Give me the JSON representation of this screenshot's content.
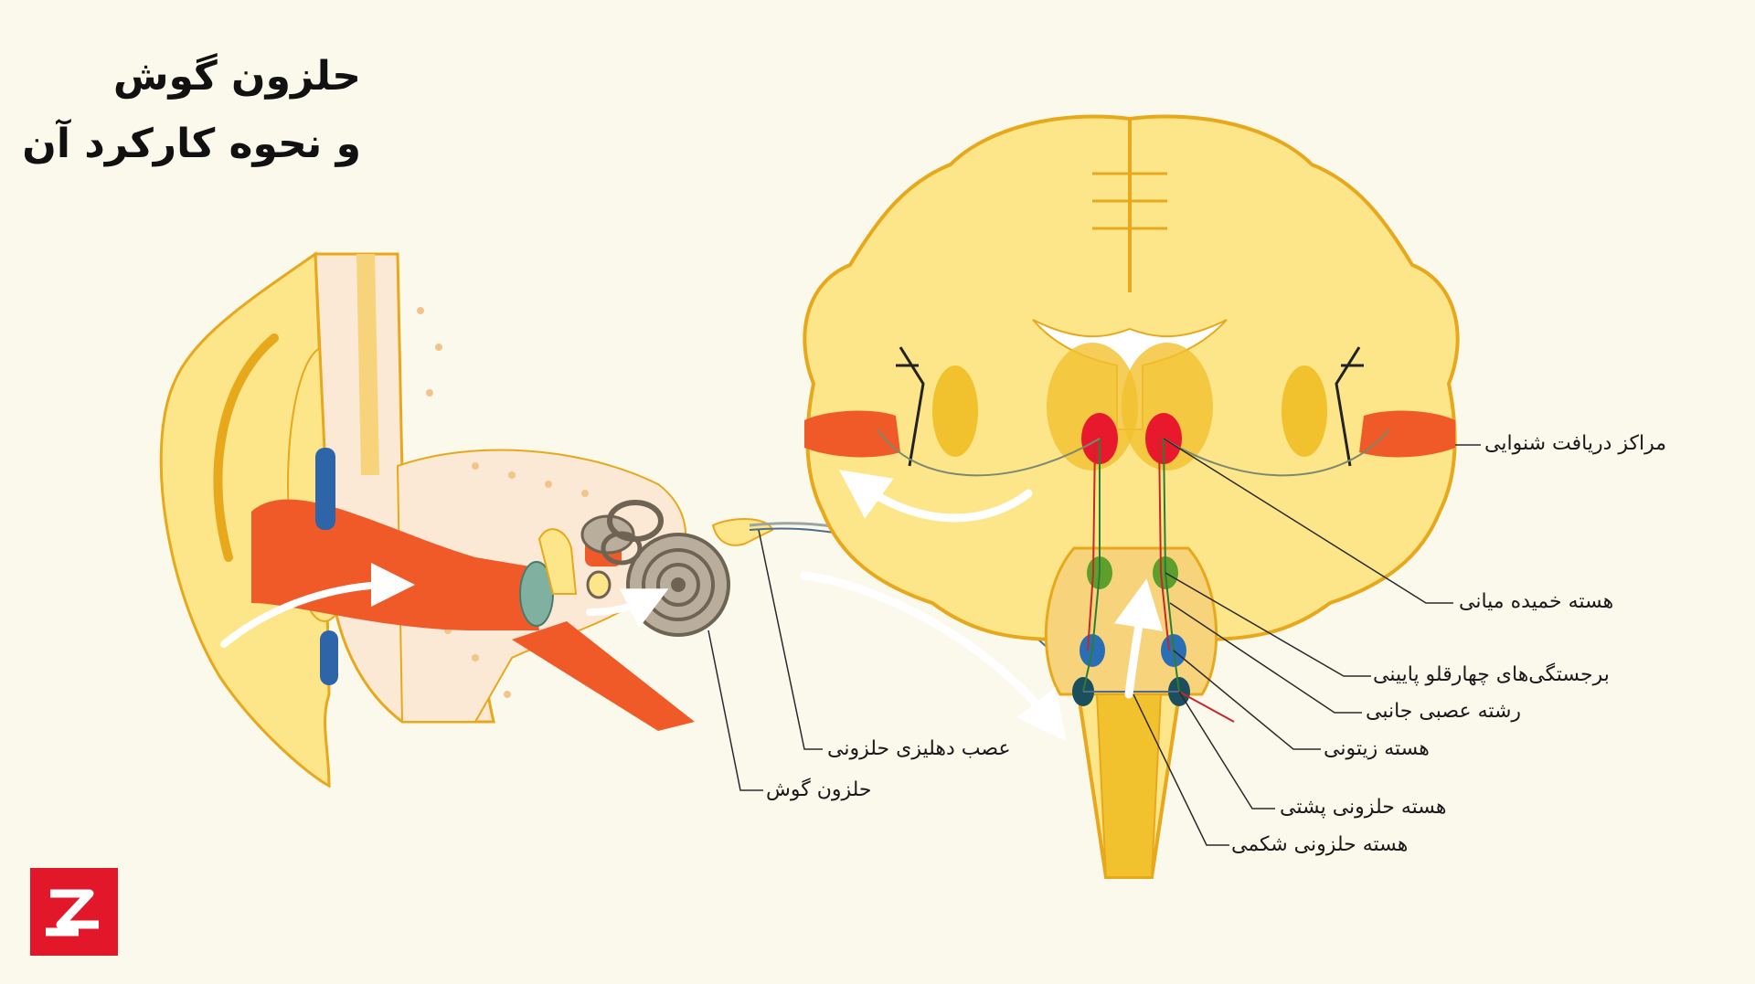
{
  "title": {
    "line1": "حلزون گوش",
    "line2": "و نحوه کارکرد آن"
  },
  "labels": {
    "auditory_cortex": "مراکز دریافت شنوایی",
    "medial_geniculate": "هسته خمیده میانی",
    "inferior_colliculus": "برجستگی‌های چهارقلو پایینی",
    "lateral_lemniscus": "رشته عصبی جانبی",
    "superior_olive": "هسته زیتونی",
    "dorsal_cochlear_nucleus": "هسته حلزونی پشتی",
    "ventral_cochlear_nucleus": "هسته حلزونی شکمی",
    "vestibulocochlear_nerve": "عصب دهلیزی حلزونی",
    "cochlea": "حلزون گوش"
  },
  "logo": {
    "name": "brand-logo",
    "color": "#e3172a"
  },
  "colors": {
    "background": "#fbf9ec",
    "brain_fill": "#fde68a",
    "brain_stroke": "#e8a81c",
    "ear_canal": "#f05a28",
    "nucleus_red": "#e8192c",
    "nucleus_green": "#5e9e2c",
    "nucleus_blue": "#2a6fb5",
    "nucleus_teal": "#1b4f5e"
  }
}
